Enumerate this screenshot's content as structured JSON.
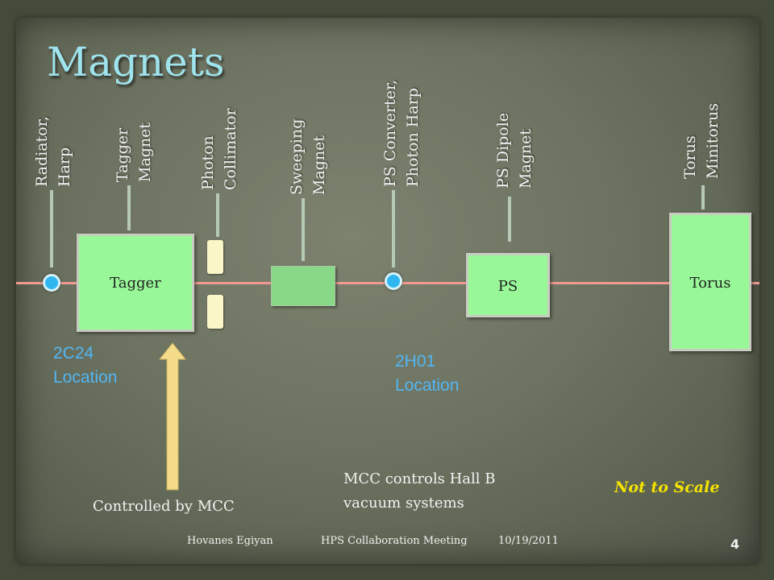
{
  "slide": {
    "title": "Magnets",
    "not_to_scale": "Not to Scale",
    "page_number": "4"
  },
  "labels": {
    "radiator": [
      "Radiator,",
      "Harp"
    ],
    "tagger_magnet": [
      "Tagger",
      "Magnet"
    ],
    "photon_collimator": [
      "Photon",
      "Collimator"
    ],
    "sweeping_magnet": [
      "Sweeping",
      "Magnet"
    ],
    "ps_converter": [
      "PS Converter,",
      "Photon Harp"
    ],
    "ps_dipole": [
      "PS Dipole",
      "Magnet"
    ],
    "torus": [
      "Torus",
      "Minitorus"
    ]
  },
  "boxes": {
    "tagger": "Tagger",
    "ps": "PS",
    "torus": "Torus"
  },
  "locations": {
    "loc_2c24": [
      "2C24",
      "Location"
    ],
    "loc_2h01": [
      "2H01",
      "Location"
    ]
  },
  "notes": {
    "controlled_by_mcc": "Controlled by MCC",
    "mcc_controls": [
      "MCC controls  Hall B",
      "vacuum systems"
    ]
  },
  "footer": {
    "author": "Hovanes Egiyan",
    "meeting": "HPS Collaboration Meeting",
    "date": "10/19/2011"
  },
  "colors": {
    "title": "#9fe3ec",
    "box_fill": "#98f898",
    "beam_line": "#f09a92",
    "location_text": "#52b6f4",
    "arrow": "#f5dc8a",
    "not_to_scale": "#f5e400"
  }
}
